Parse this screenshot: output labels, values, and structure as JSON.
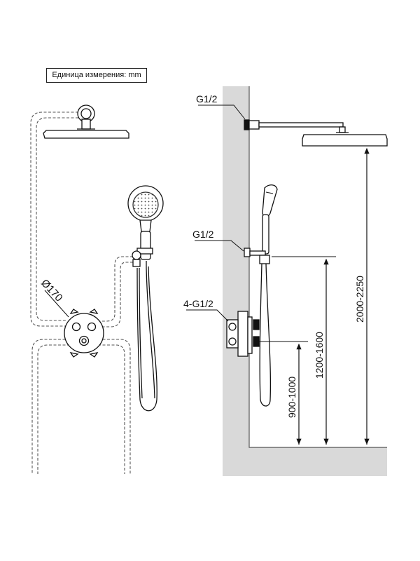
{
  "unit_note": "Единица измерения: mm",
  "labels": {
    "diameter": "Ø170",
    "thread_top": "G1/2",
    "thread_mid": "G1/2",
    "thread_valve": "4-G1/2"
  },
  "dimensions": {
    "valve_height": "900-1000",
    "holder_height": "1200-1600",
    "head_height": "2000-2250"
  },
  "colors": {
    "line": "#111111",
    "wall": "#d9d9d9",
    "wall_edge": "#555555"
  }
}
